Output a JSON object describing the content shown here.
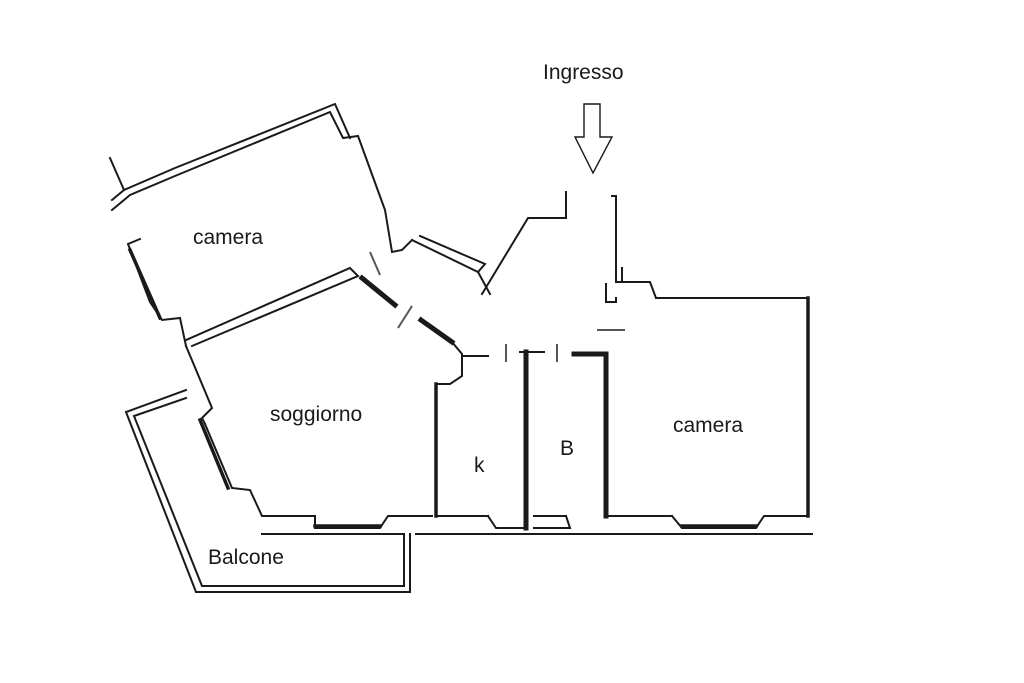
{
  "plan": {
    "entrance_label": "Ingresso",
    "rooms": {
      "camera_top_left": "camera",
      "soggiorno": "soggiorno",
      "kitchen": "k",
      "bathroom": "B",
      "camera_right": "camera",
      "balcone": "Balcone"
    },
    "colors": {
      "wall": "#1a1a1a",
      "background": "#ffffff"
    },
    "icons": {
      "entrance": "arrow-down-icon"
    }
  }
}
